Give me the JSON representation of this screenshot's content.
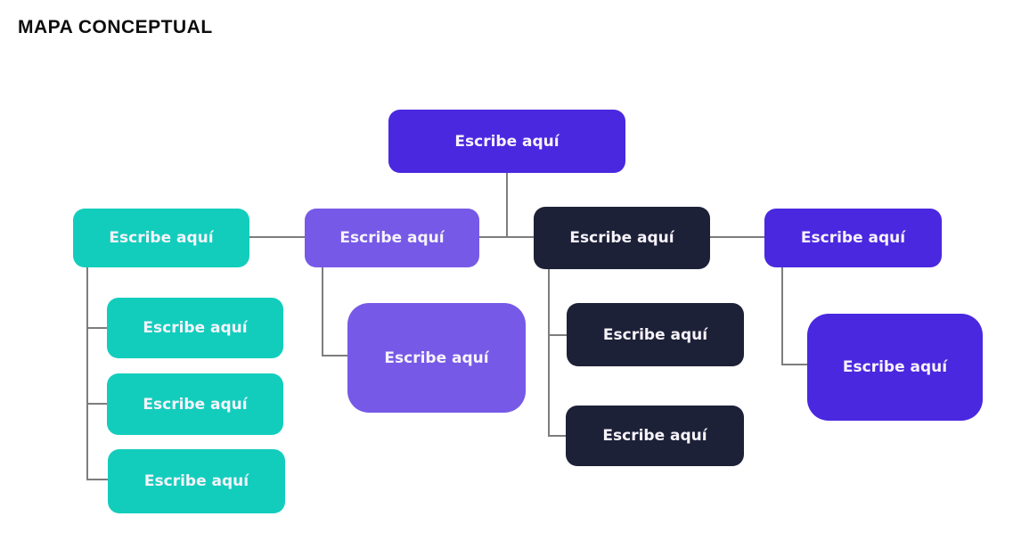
{
  "page": {
    "title": "MAPA CONCEPTUAL"
  },
  "palette": {
    "purple": "#4A28E0",
    "teal": "#13CDBC",
    "light_purple": "#7759E7",
    "dark_navy": "#1D2137",
    "connector_gray": "#7D7D7D",
    "node_text": "#F6F3FB",
    "title_text": "#0D0D0D",
    "background": "#FFFFFF"
  },
  "nodes": {
    "root": {
      "label": "Escribe aquí"
    },
    "teal_parent": {
      "label": "Escribe aquí"
    },
    "teal_child_1": {
      "label": "Escribe aquí"
    },
    "teal_child_2": {
      "label": "Escribe aquí"
    },
    "teal_child_3": {
      "label": "Escribe aquí"
    },
    "violet_parent": {
      "label": "Escribe aquí"
    },
    "violet_child": {
      "label": "Escribe aquí"
    },
    "dark_parent": {
      "label": "Escribe aquí"
    },
    "dark_child_1": {
      "label": "Escribe aquí"
    },
    "dark_child_2": {
      "label": "Escribe aquí"
    },
    "purple_parent": {
      "label": "Escribe aquí"
    },
    "purple_child": {
      "label": "Escribe aquí"
    }
  }
}
